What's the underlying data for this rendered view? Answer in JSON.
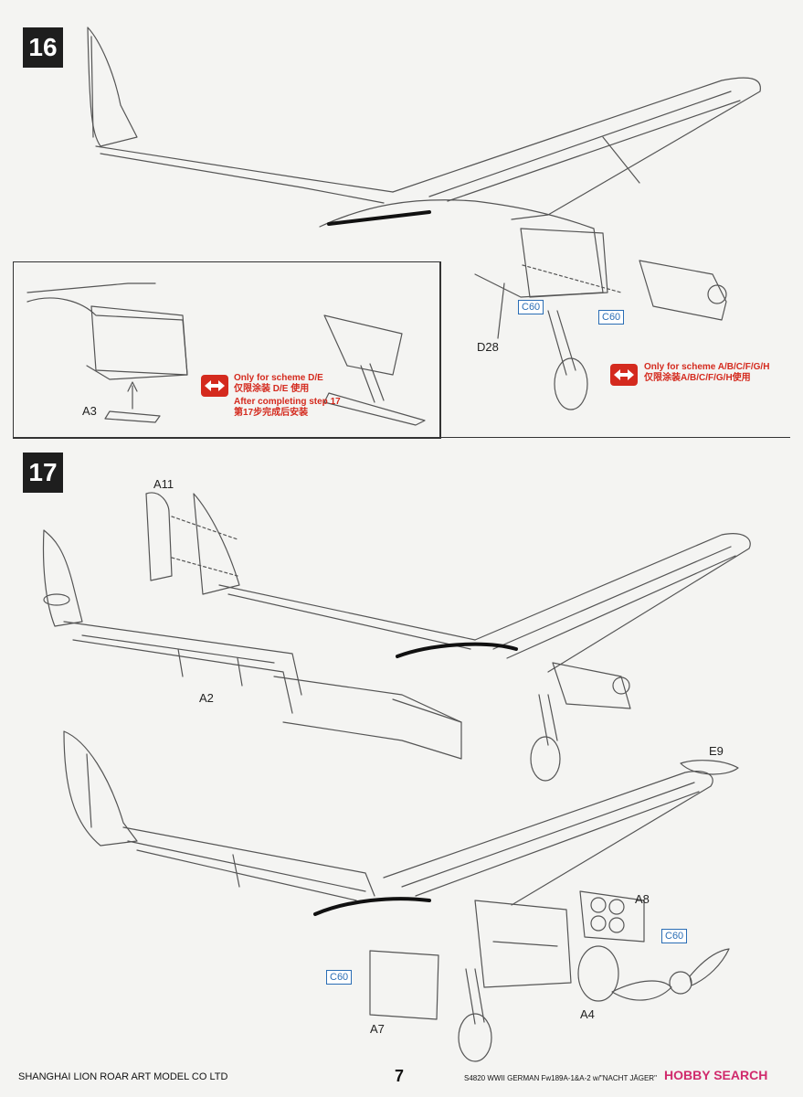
{
  "step16": {
    "number": "16",
    "parts": {
      "d28": "D28",
      "a3": "A3"
    },
    "paint": {
      "c60_a": "C60",
      "c60_b": "C60"
    },
    "note_left": {
      "line1": "Only for scheme D/E",
      "line2": "仅限涂装 D/E 使用",
      "line3": "After completing step 17",
      "line4": "第17步完成后安装"
    },
    "note_right": {
      "line1": "Only for scheme A/B/C/F/G/H",
      "line2": "仅限涂装A/B/C/F/G/H使用"
    }
  },
  "step17": {
    "number": "17",
    "parts": {
      "a11": "A11",
      "a2": "A2",
      "e9": "E9",
      "a8": "A8",
      "a7": "A7",
      "a4": "A4"
    },
    "paint": {
      "c60_a": "C60",
      "c60_b": "C60"
    }
  },
  "footer": {
    "company": "SHANGHAI LION ROAR ART MODEL CO LTD",
    "page": "7",
    "product": "S4820 WWII GERMAN Fw189A-1&A-2 w/\"NACHT JÄGER\"",
    "watermark": "HOBBY SEARCH"
  },
  "colors": {
    "note_red": "#d42a1e",
    "paint_blue": "#2a6db5",
    "step_box": "#1e1e1e"
  },
  "icons": [
    "swap-arrows-icon"
  ]
}
